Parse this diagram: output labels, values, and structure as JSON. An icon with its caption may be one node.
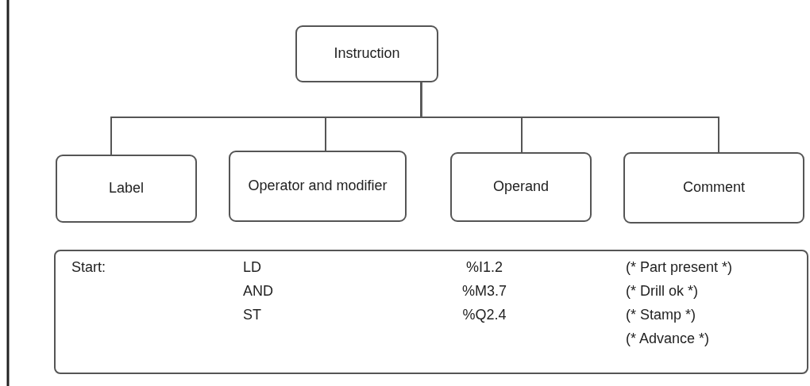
{
  "diagram": {
    "nodes": [
      {
        "text": [
          "Instruction"
        ]
      },
      {
        "text": [
          "Label"
        ]
      },
      {
        "text": [
          "Operator and modifier"
        ]
      },
      {
        "text": [
          "Operand"
        ]
      },
      {
        "text": [
          "Comment"
        ]
      },
      {
        "text": [
          "Start:",
          "LD",
          "%I1.2",
          "(* Part present *)",
          "AND",
          "%M3.7",
          "(* Drill ok *)",
          "ST",
          "%Q2.4",
          "(* Stamp *)",
          "(* Advance *)"
        ]
      }
    ],
    "edges": [
      {
        "from": 0,
        "to": 1,
        "arrow": "none"
      },
      {
        "from": 0,
        "to": 2,
        "arrow": "none"
      },
      {
        "from": 0,
        "to": 3,
        "arrow": "none"
      },
      {
        "from": 0,
        "to": 4,
        "arrow": "none"
      }
    ]
  }
}
